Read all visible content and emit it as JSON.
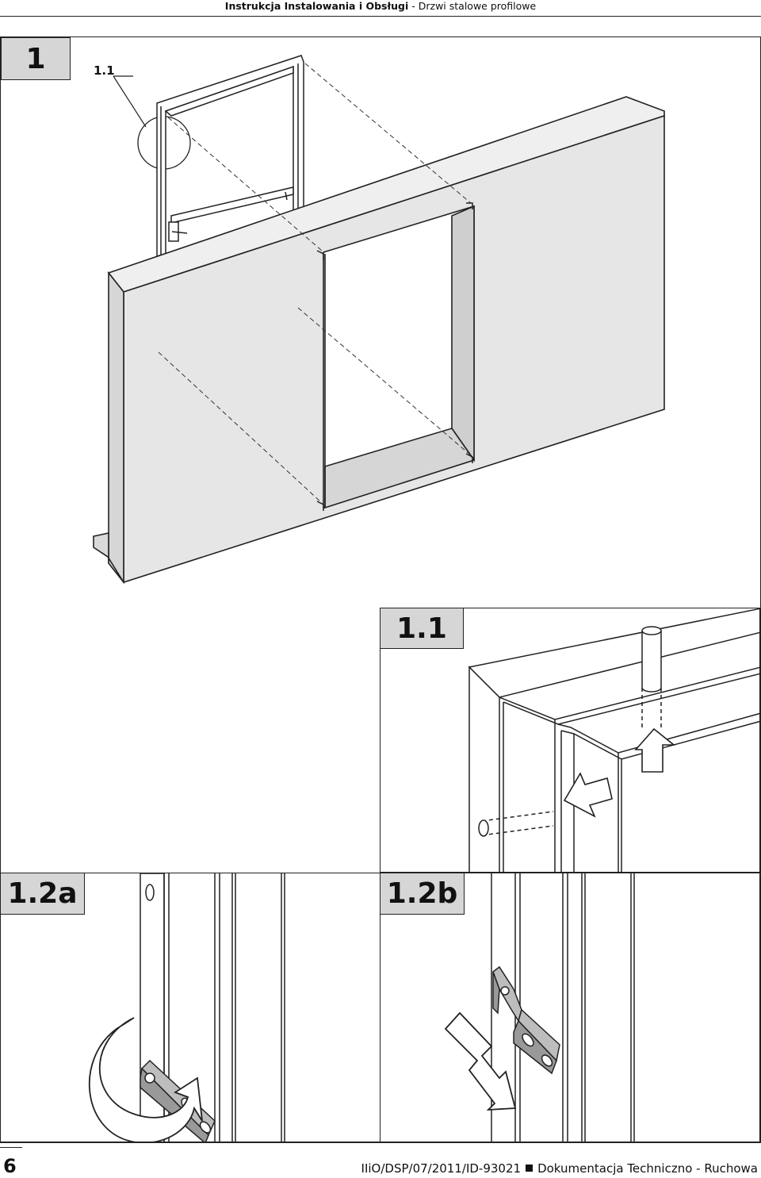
{
  "header": {
    "title_bold": "Instrukcja Instalowania i Obsługi",
    "title_sep": " - ",
    "title_rest": "Drzwi stalowe profilowe"
  },
  "figure1": {
    "step_label": "1",
    "detail_caption": "1.1"
  },
  "panel_1_1": {
    "label": "1.1"
  },
  "panel_1_2a": {
    "label": "1.2a"
  },
  "panel_1_2b": {
    "label": "1.2b"
  },
  "footer": {
    "page_number": "6",
    "doc_id": "IIiO/DSP/07/2011/ID-93021",
    "doc_desc": "Dokumentacja Techniczno - Ruchowa"
  },
  "colors": {
    "wall_fill": "#e6e6e6",
    "wall_dark": "#c8c8c8",
    "label_bg": "#d6d6d6",
    "line": "#222222"
  }
}
